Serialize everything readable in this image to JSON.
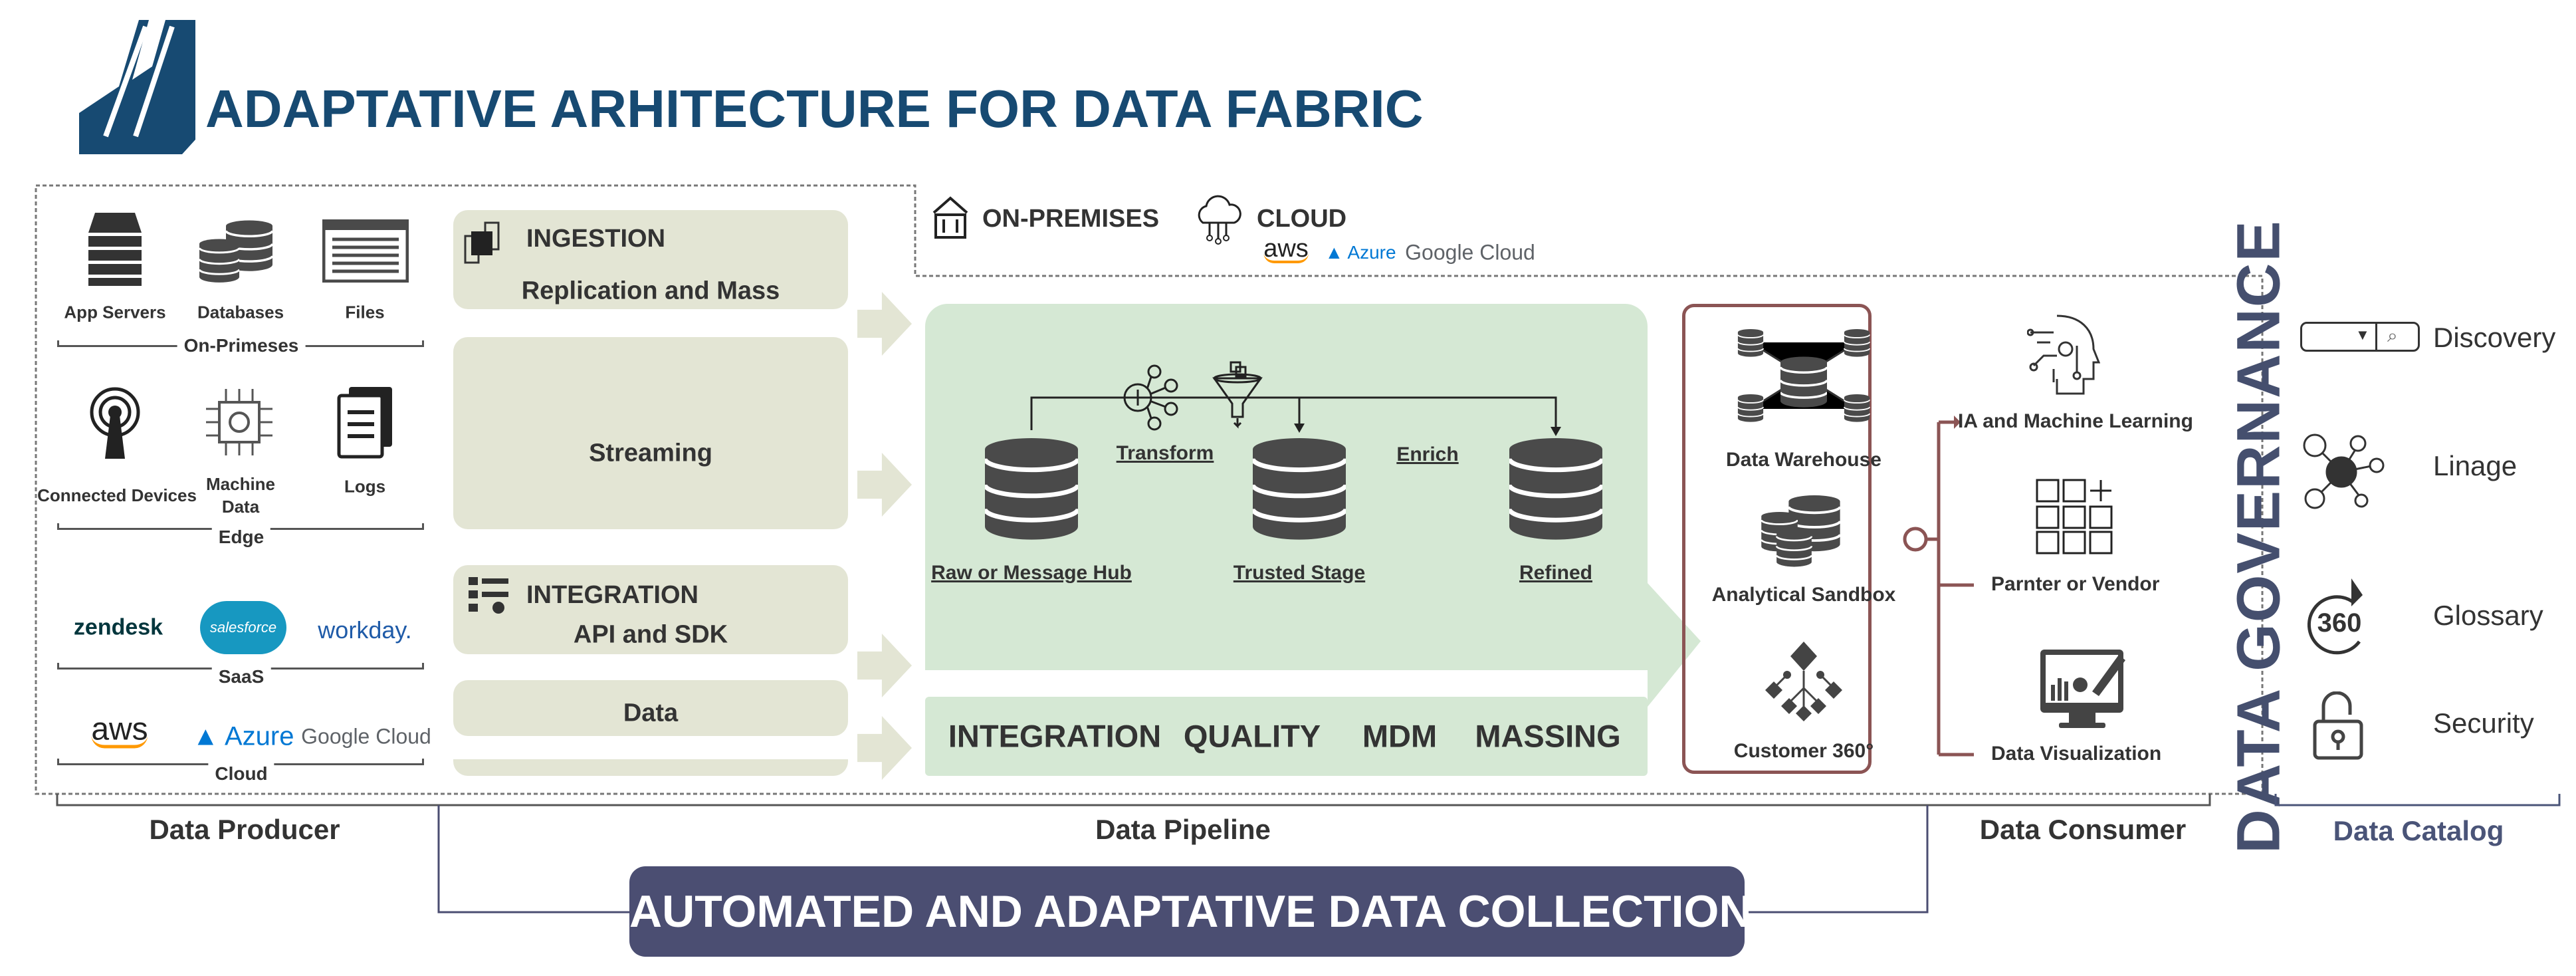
{
  "title": "ADAPTATIVE ARHITECTURE FOR  DATA FABRIC",
  "colors": {
    "brand": "#174a72",
    "panel": "#e3e5d4",
    "pipeline": "#d5e8d4",
    "consumer_border": "#8b5454",
    "governance": "#454f6e",
    "banner": "#4b4e72"
  },
  "producer": {
    "groups": [
      {
        "label": "On-Primeses",
        "items": [
          "App Servers",
          "Databases",
          "Files"
        ]
      },
      {
        "label": "Edge",
        "items": [
          "Connected Devices",
          "Machine Data",
          "Logs"
        ]
      },
      {
        "label": "SaaS",
        "items": [
          "zendesk",
          "salesforce",
          "workday."
        ]
      },
      {
        "label": "Cloud",
        "items": [
          "aws",
          "Azure",
          "Google Cloud"
        ]
      }
    ]
  },
  "ingestion": {
    "ingestion_title": "INGESTION",
    "replication": "Replication and Mass",
    "streaming": "Streaming",
    "integration_title": "INTEGRATION",
    "api": "API and SDK",
    "data": "Data"
  },
  "environments": {
    "on_premises": "ON-PREMISES",
    "cloud": "CLOUD",
    "aws": "aws",
    "azure": "Azure",
    "google": "Google Cloud"
  },
  "pipeline": {
    "stages": [
      "Raw or Message Hub",
      "Trusted Stage",
      "Refined"
    ],
    "transform": "Transform",
    "enrich": "Enrich",
    "capabilities": [
      "INTEGRATION",
      "QUALITY",
      "MDM",
      "MASSING"
    ]
  },
  "consumer": {
    "stores": [
      "Data Warehouse",
      "Analytical Sandbox",
      "Customer 360°"
    ],
    "outputs": [
      "IA and Machine Learning",
      "Parnter or Vendor",
      "Data Visualization"
    ]
  },
  "governance": {
    "title": "DATA GOVERNANCE"
  },
  "catalog": {
    "items": [
      "Discovery",
      "Linage",
      "Glossary",
      "Security"
    ],
    "glossary_badge": "360"
  },
  "sections": {
    "producer": "Data Producer",
    "pipeline": "Data Pipeline",
    "consumer": "Data Consumer",
    "catalog": "Data Catalog"
  },
  "banner": "AUTOMATED AND ADAPTATIVE DATA COLLECTION"
}
